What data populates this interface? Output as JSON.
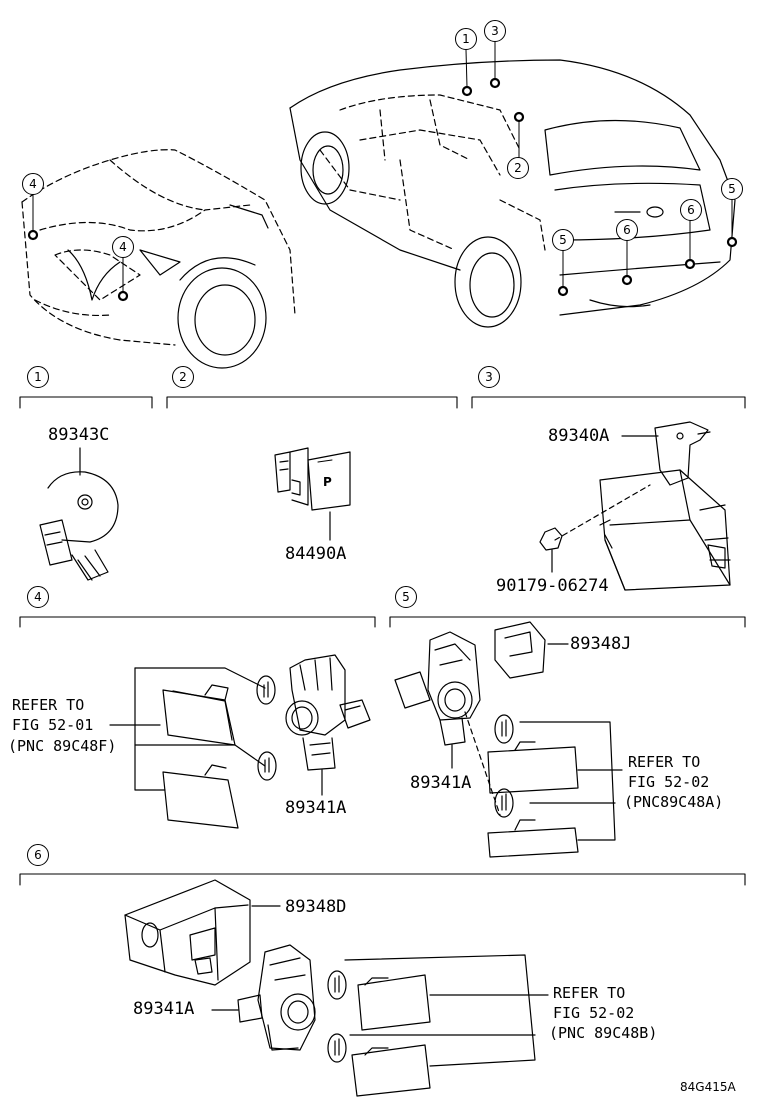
{
  "callout_numbers": [
    "1",
    "2",
    "3",
    "4",
    "5",
    "6"
  ],
  "sections": [
    {
      "id": "1",
      "parts": [
        "89343C"
      ]
    },
    {
      "id": "2",
      "parts": [
        "84490A"
      ],
      "switch_label": "P"
    },
    {
      "id": "3",
      "parts": [
        "89340A",
        "90179-06274"
      ]
    },
    {
      "id": "4",
      "parts": [
        "89341A"
      ],
      "refer": [
        "REFER TO",
        "FIG 52-01",
        "(PNC 89C48F)"
      ]
    },
    {
      "id": "5",
      "parts": [
        "89348J",
        "89341A"
      ],
      "refer": [
        "REFER TO",
        "FIG 52-02",
        "(PNC89C48A)"
      ]
    },
    {
      "id": "6",
      "parts": [
        "89348D",
        "89341A"
      ],
      "refer": [
        "REFER TO",
        "FIG 52-02",
        "(PNC 89C48B)"
      ]
    }
  ],
  "illustration_code": "84G415A"
}
